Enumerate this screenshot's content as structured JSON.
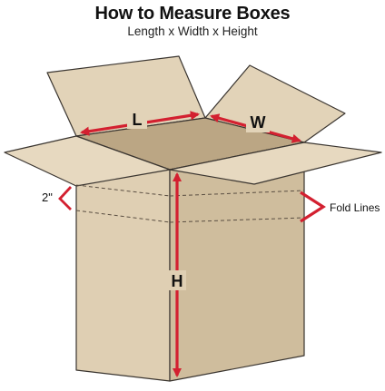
{
  "header": {
    "title": "How to Measure Boxes",
    "subtitle": "Length x Width x Height"
  },
  "labels": {
    "length": "L",
    "width": "W",
    "height": "H",
    "flap_depth": "2\"",
    "fold_lines": "Fold Lines"
  },
  "colors": {
    "arrow": "#d32030",
    "cardboard_front": "#dfcfb3",
    "cardboard_side": "#cfbd9d",
    "flap": "#e2d3b8",
    "interior": "#bba684",
    "outline": "#3a3530",
    "text": "#111111"
  }
}
